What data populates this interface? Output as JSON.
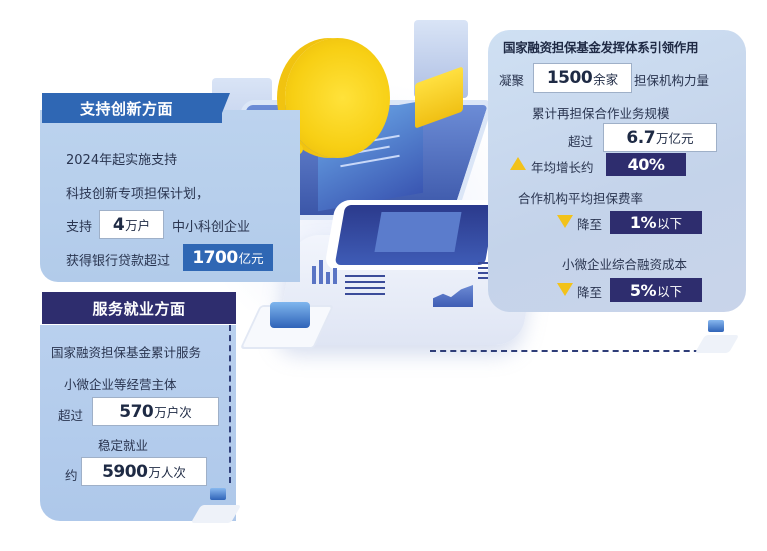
{
  "right_panel": {
    "title": "国家融资担保基金发挥体系引领作用",
    "row1": {
      "prefix": "凝聚",
      "value": "1500",
      "unit": "余家",
      "suffix": "担保机构力量"
    },
    "row2_label": "累计再担保合作业务规模",
    "row3": {
      "prefix": "超过",
      "value": "6.7",
      "unit": "万亿元"
    },
    "row4": {
      "icon": "triangle-up-icon",
      "label": "年均增长约",
      "value": "40%"
    },
    "row5_label": "合作机构平均担保费率",
    "row6": {
      "icon": "triangle-down-icon",
      "label": "降至",
      "value": "1%",
      "unit": "以下"
    },
    "row7_label": "小微企业综合融资成本",
    "row8": {
      "icon": "triangle-down-icon",
      "label": "降至",
      "value": "5%",
      "unit": "以下"
    }
  },
  "innovation_panel": {
    "title": "支持创新方面",
    "line1": "2024年起实施支持",
    "line2": "科技创新专项担保计划，",
    "line3": {
      "prefix": "支持",
      "value": "4",
      "unit": "万户",
      "suffix": "中小科创企业"
    },
    "line4": {
      "prefix": "获得银行贷款超过",
      "value": "1700",
      "unit": "亿元"
    }
  },
  "employment_panel": {
    "title": "服务就业方面",
    "line1": "国家融资担保基金累计服务",
    "line2": "小微企业等经营主体",
    "line3": {
      "prefix": "超过",
      "value": "570",
      "unit": "万户次"
    },
    "line4": "稳定就业",
    "line5": {
      "prefix": "约",
      "value": "5900",
      "unit": "万人次"
    }
  },
  "colors": {
    "navy": "#2e2d6e",
    "blue_header": "#2f67b4",
    "panel_light_blue": "#bcd3ee",
    "highlight_yellow": "#f2c21a"
  }
}
